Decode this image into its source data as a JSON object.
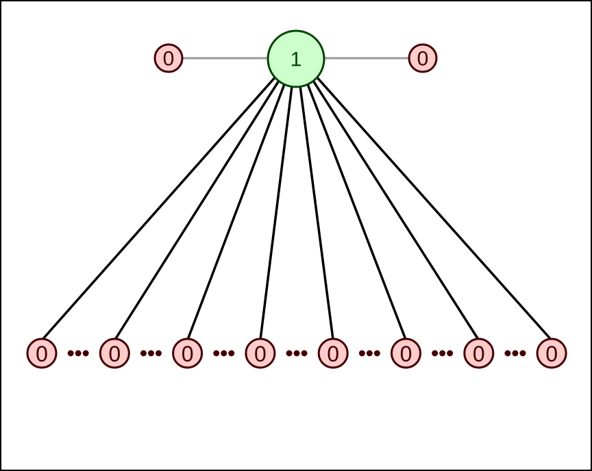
{
  "diagram": {
    "colors": {
      "frame": "#000000",
      "background": "#ffffff",
      "side_edge": "#999999",
      "fan_edge": "#000000",
      "hub_fill": "#ccffcc",
      "hub_stroke": "#004400",
      "hub_text": "#004400",
      "leaf_fill": "#ffcccc",
      "leaf_stroke": "#440000",
      "leaf_text": "#440000",
      "dot_fill": "#440000"
    },
    "hub": {
      "label": "1"
    },
    "side_nodes": [
      {
        "label": "0"
      },
      {
        "label": "0"
      }
    ],
    "bottom_nodes": [
      {
        "label": "0"
      },
      {
        "label": "0"
      },
      {
        "label": "0"
      },
      {
        "label": "0"
      },
      {
        "label": "0"
      },
      {
        "label": "0"
      },
      {
        "label": "0"
      },
      {
        "label": "0"
      }
    ],
    "ellipsis_groups": 7
  }
}
